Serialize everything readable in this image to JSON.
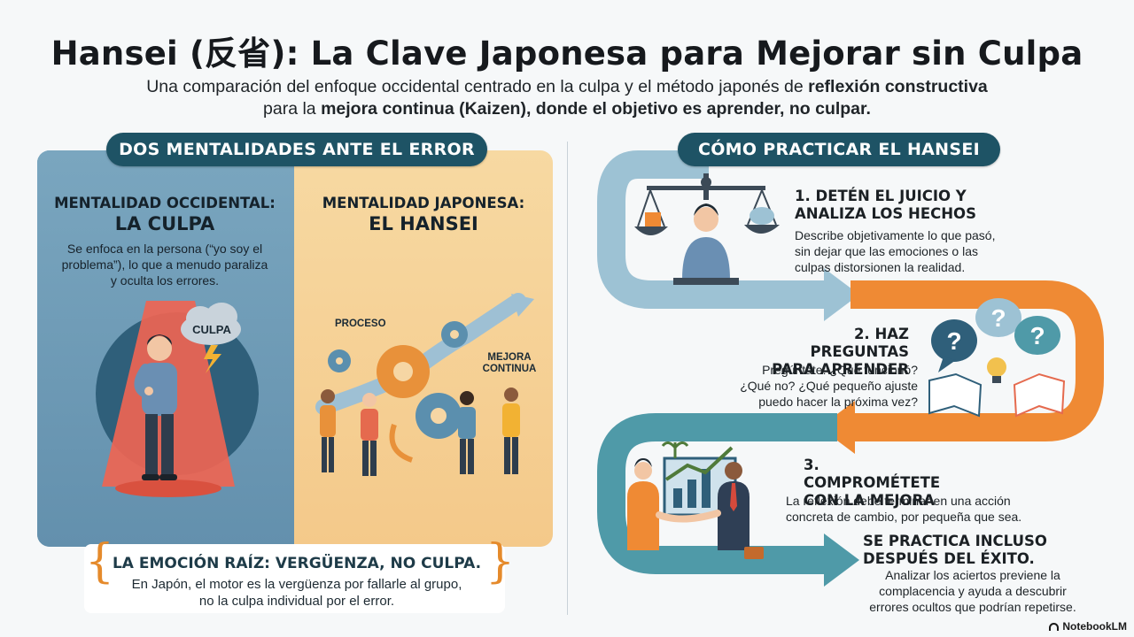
{
  "title": "Hansei (反省): La Clave Japonesa para Mejorar sin Culpa",
  "subtitle": {
    "line1_a": "Una comparación del enfoque occidental centrado en la culpa y el método japonés de ",
    "line1_b": "reflexión constructiva",
    "line2_a": "para la ",
    "line2_b": "mejora continua (Kaizen), donde el objetivo es aprender, no culpar."
  },
  "left_section": {
    "pill": "DOS MENTALIDADES ANTE EL ERROR",
    "western": {
      "heading_l1": "MENTALIDAD OCCIDENTAL:",
      "heading_l2": "LA CULPA",
      "text_l1": "Se enfoca en la persona (“yo soy el",
      "text_l2": "problema”), lo que a menudo paraliza",
      "text_l3": "y oculta los errores.",
      "cloud_label": "CULPA"
    },
    "japanese": {
      "heading_l1": "MENTALIDAD JAPONESA:",
      "heading_l2": "EL HANSEI",
      "label_process": "PROCESO",
      "label_improve_l1": "MEJORA",
      "label_improve_l2": "CONTINUA"
    },
    "root": {
      "title": "LA EMOCIÓN RAÍZ: VERGÜENZA, NO CULPA.",
      "text_l1": "En Japón, el motor es la vergüenza por fallarle al grupo,",
      "text_l2": "no la culpa individual por el error."
    }
  },
  "right_section": {
    "pill": "CÓMO PRACTICAR EL HANSEI",
    "step1": {
      "title_l1": "1. DETÉN EL JUICIO Y",
      "title_l2": "ANALIZA LOS HECHOS",
      "text_l1": "Describe objetivamente lo que pasó,",
      "text_l2": "sin dejar que las emociones o las",
      "text_l3": "culpas distorsionen la realidad."
    },
    "step2": {
      "title_l1": "2. HAZ PREGUNTAS",
      "title_l2": "PARA APRENDER",
      "text_l1": "Pregúntate: ¿Qué funcionó?",
      "text_l2": "¿Qué no? ¿Qué pequeño ajuste",
      "text_l3": "puedo hacer la próxima vez?"
    },
    "step3": {
      "title_l1": "3. COMPROMÉTETE",
      "title_l2": "CON LA MEJORA",
      "text_l1": "La reflexión debe terminar en una acción",
      "text_l2": "concreta de cambio, por pequeña que sea."
    },
    "step4": {
      "title_l1": "SE PRACTICA INCLUSO",
      "title_l2": "DESPUÉS DEL ÉXITO.",
      "text_l1": "Analizar los aciertos previene la",
      "text_l2": "complacencia y ayuda a descubrir",
      "text_l3": "errores ocultos que podrían repetirse."
    }
  },
  "brand": "NotebookLM",
  "colors": {
    "pill": "#1e5365",
    "blue_panel": "#6d9ab5",
    "orange_panel": "#f4c98a",
    "accent_orange": "#ef8a34",
    "accent_blue": "#8db7cc",
    "accent_teal": "#4f9aa8"
  }
}
